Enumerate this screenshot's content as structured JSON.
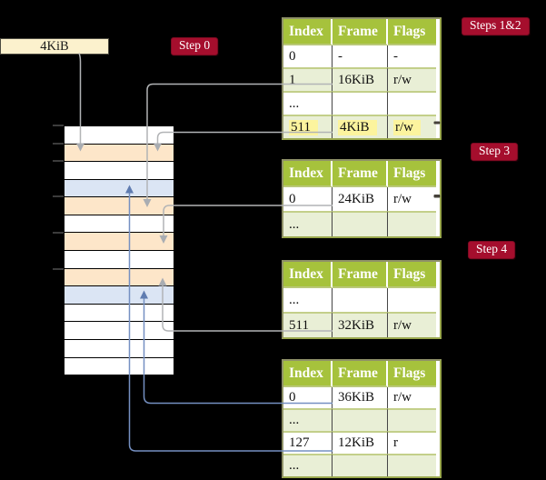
{
  "frame_box": {
    "label": "4KiB"
  },
  "badges": [
    {
      "id": "step-0",
      "label": "Step 0"
    },
    {
      "id": "steps-1-2",
      "label": "Steps 1&2"
    },
    {
      "id": "step-3",
      "label": "Step 3"
    },
    {
      "id": "step-4",
      "label": "Step 4"
    }
  ],
  "memory_column": {
    "description": "physical memory frames, one row per 4KiB frame",
    "rows": [
      {
        "color": "white"
      },
      {
        "color": "peach"
      },
      {
        "color": "white"
      },
      {
        "color": "blue"
      },
      {
        "color": "peach"
      },
      {
        "color": "white"
      },
      {
        "color": "peach"
      },
      {
        "color": "white"
      },
      {
        "color": "peach"
      },
      {
        "color": "blue"
      },
      {
        "color": "white"
      },
      {
        "color": "white"
      },
      {
        "color": "white"
      },
      {
        "color": "white"
      }
    ]
  },
  "tables": [
    {
      "name": "page-table-steps-1-2",
      "headers": [
        "Index",
        "Frame",
        "Flags"
      ],
      "rows": [
        [
          "0",
          "-",
          "-"
        ],
        [
          "1",
          "16KiB",
          "r/w"
        ],
        [
          "...",
          "",
          ""
        ],
        [
          "511",
          "4KiB",
          "r/w"
        ]
      ],
      "highlight_row": 3
    },
    {
      "name": "page-table-step-3",
      "headers": [
        "Index",
        "Frame",
        "Flags"
      ],
      "rows": [
        [
          "0",
          "24KiB",
          "r/w"
        ],
        [
          "...",
          "",
          ""
        ]
      ],
      "highlight_row": -1
    },
    {
      "name": "page-table-step-4",
      "headers": [
        "Index",
        "Frame",
        "Flags"
      ],
      "rows": [
        [
          "...",
          "",
          ""
        ],
        [
          "511",
          "32KiB",
          "r/w"
        ]
      ],
      "highlight_row": -1
    },
    {
      "name": "page-table-bottom",
      "headers": [
        "Index",
        "Frame",
        "Flags"
      ],
      "rows": [
        [
          "0",
          "36KiB",
          "r/w"
        ],
        [
          "...",
          "",
          ""
        ],
        [
          "127",
          "12KiB",
          "r"
        ],
        [
          "...",
          "",
          ""
        ]
      ],
      "highlight_row": -1
    }
  ],
  "connectors": [
    {
      "from": "frame-box-4KiB",
      "to": "memory-frame-4KiB",
      "color": "gray"
    },
    {
      "from": "table1-row-1-16KiB",
      "to": "memory-frame-16KiB",
      "color": "gray"
    },
    {
      "from": "table1-row-511-4KiB",
      "to": "memory-frame-4KiB",
      "color": "gray"
    },
    {
      "from": "table2-row-0-24KiB",
      "to": "memory-frame-24KiB",
      "color": "gray"
    },
    {
      "from": "table3-row-511-32KiB",
      "to": "memory-frame-32KiB",
      "color": "gray"
    },
    {
      "from": "table4-row-0-36KiB",
      "to": "memory-frame-36KiB",
      "color": "blue"
    },
    {
      "from": "table4-row-127-12KiB",
      "to": "memory-frame-12KiB",
      "color": "blue"
    }
  ],
  "colors": {
    "background": "#000000",
    "badge_red": "#a50e2d",
    "header_green": "#a6c23c",
    "row_green": "#e9efd6",
    "highlight_yellow": "#fcf49e",
    "frame_box_cream": "#fcf1cd",
    "memory_rows": {
      "white": "#ffffff",
      "peach": "#fde6c9",
      "blue": "#dbe5f4"
    },
    "arrow_gray": "#b2b4b6",
    "arrow_blue": "#7590c2"
  }
}
